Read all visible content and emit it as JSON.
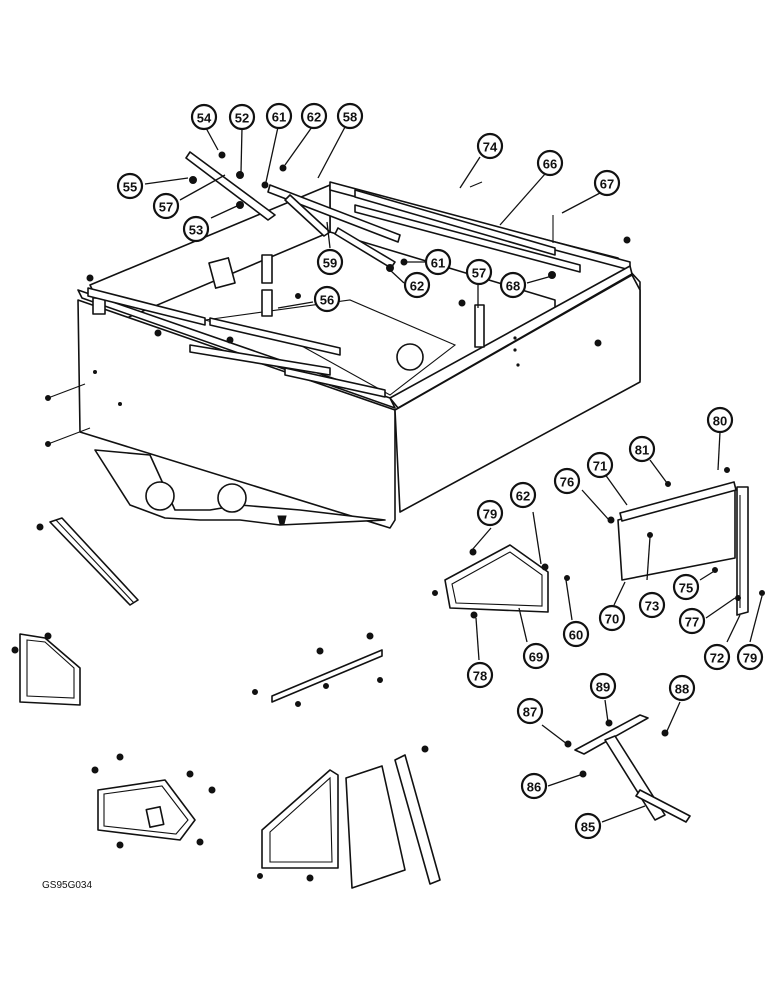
{
  "drawing_code": "GS95G034",
  "callouts": [
    {
      "id": "c54",
      "label": "54"
    },
    {
      "id": "c52",
      "label": "52"
    },
    {
      "id": "c61a",
      "label": "61"
    },
    {
      "id": "c62a",
      "label": "62"
    },
    {
      "id": "c58",
      "label": "58"
    },
    {
      "id": "c74",
      "label": "74"
    },
    {
      "id": "c66",
      "label": "66"
    },
    {
      "id": "c67",
      "label": "67"
    },
    {
      "id": "c55",
      "label": "55"
    },
    {
      "id": "c57a",
      "label": "57"
    },
    {
      "id": "c53",
      "label": "53"
    },
    {
      "id": "c59",
      "label": "59"
    },
    {
      "id": "c61b",
      "label": "61"
    },
    {
      "id": "c62b",
      "label": "62"
    },
    {
      "id": "c57b",
      "label": "57"
    },
    {
      "id": "c68",
      "label": "68"
    },
    {
      "id": "c56",
      "label": "56"
    },
    {
      "id": "c80",
      "label": "80"
    },
    {
      "id": "c81",
      "label": "81"
    },
    {
      "id": "c71",
      "label": "71"
    },
    {
      "id": "c76",
      "label": "76"
    },
    {
      "id": "c79a",
      "label": "79"
    },
    {
      "id": "c62c",
      "label": "62"
    },
    {
      "id": "c75",
      "label": "75"
    },
    {
      "id": "c70",
      "label": "70"
    },
    {
      "id": "c73",
      "label": "73"
    },
    {
      "id": "c77",
      "label": "77"
    },
    {
      "id": "c60",
      "label": "60"
    },
    {
      "id": "c69",
      "label": "69"
    },
    {
      "id": "c78",
      "label": "78"
    },
    {
      "id": "c72",
      "label": "72"
    },
    {
      "id": "c79b",
      "label": "79"
    },
    {
      "id": "c89",
      "label": "89"
    },
    {
      "id": "c88",
      "label": "88"
    },
    {
      "id": "c87",
      "label": "87"
    },
    {
      "id": "c86",
      "label": "86"
    },
    {
      "id": "c85",
      "label": "85"
    }
  ]
}
